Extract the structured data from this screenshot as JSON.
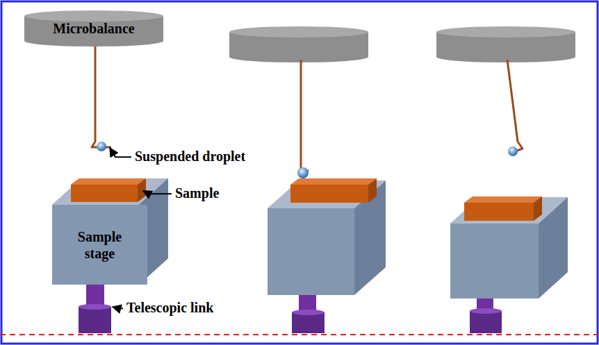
{
  "diagram": {
    "nodes": [
      {
        "text": [
          "Microbalance"
        ]
      },
      {
        "text": [
          "Sample stage"
        ]
      }
    ],
    "labels": [
      "Suspended droplet",
      "Sample",
      "Telescopic link"
    ]
  }
}
